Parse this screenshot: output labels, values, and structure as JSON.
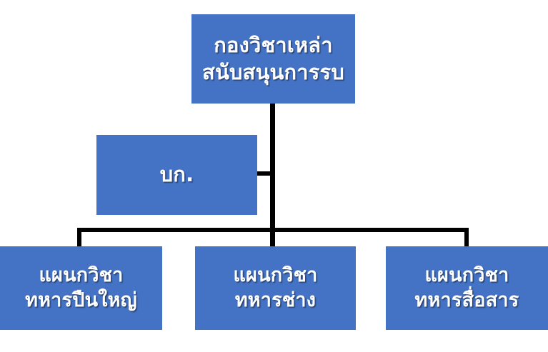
{
  "chart": {
    "type": "org-chart",
    "background_color": "#FFFFFF",
    "node_fill_color": "#4472C4",
    "node_text_color": "#FFFFFF",
    "connector_color": "#000000",
    "root": {
      "label": "กองวิชาเหล่า\nสนับสนุนการรบ"
    },
    "staff": {
      "label": "บก."
    },
    "children": [
      {
        "label": "แผนกวิชา\nทหารปืนใหญ่"
      },
      {
        "label": "แผนกวิชา\nทหารช่าง"
      },
      {
        "label": "แผนกวิชา\nทหารสื่อสาร"
      }
    ]
  }
}
